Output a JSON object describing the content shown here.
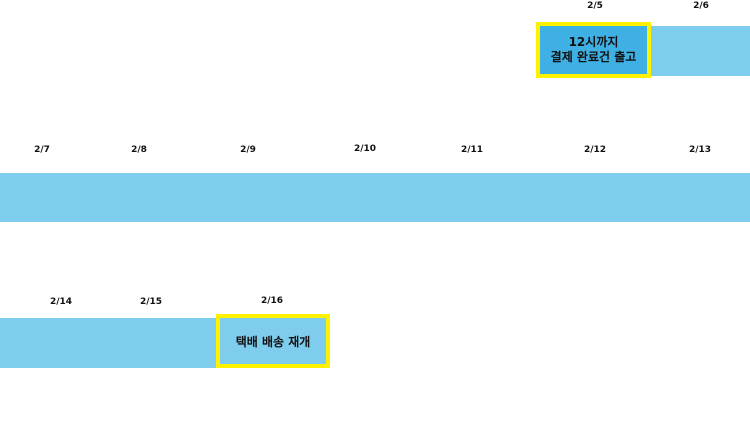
{
  "week1": {
    "dates": [
      "2/5",
      "2/6"
    ],
    "callout_line1": "12시까지",
    "callout_line2": "결제 완료건 출고"
  },
  "week2": {
    "dates": [
      "2/7",
      "2/8",
      "2/9",
      "2/10",
      "2/11",
      "2/12",
      "2/13"
    ]
  },
  "week3": {
    "dates": [
      "2/14",
      "2/15",
      "2/16"
    ],
    "callout": "택배 배송 재개"
  },
  "colors": {
    "bar": "#7fcdec",
    "callout_fill_dark": "#3fb0e3",
    "highlight_border": "#fff200"
  }
}
